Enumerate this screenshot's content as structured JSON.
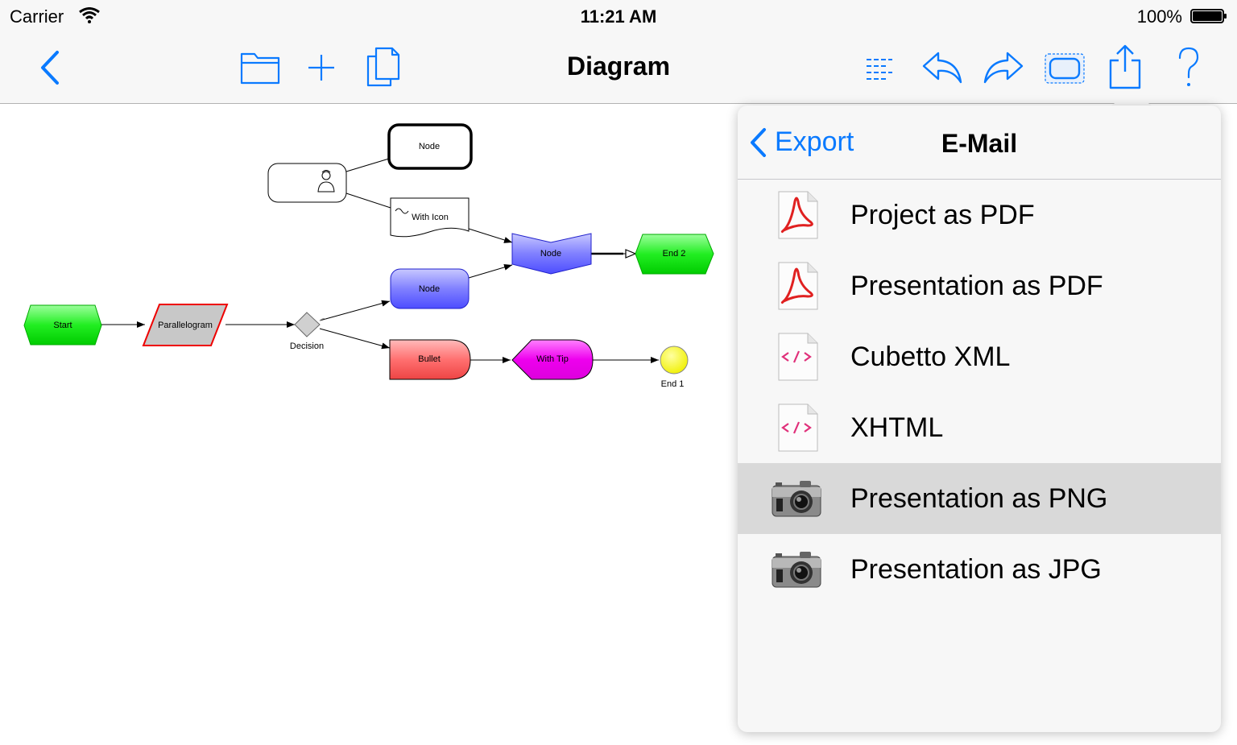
{
  "status_bar": {
    "carrier": "Carrier",
    "time": "11:21 AM",
    "battery": "100%"
  },
  "nav_bar": {
    "title": "Diagram",
    "accent_color": "#0a7aff",
    "left_buttons": [
      "chevron-left-icon"
    ],
    "center_buttons": [
      "folder-icon",
      "plus-icon",
      "copy-icon"
    ],
    "right_buttons": [
      "list-icon",
      "undo-icon",
      "redo-icon",
      "frame-icon",
      "share-icon",
      "help-icon"
    ]
  },
  "diagram": {
    "nodes": {
      "start": "Start",
      "parallelogram": "Parallelogram",
      "decision": "Decision",
      "node_top": "Node",
      "with_icon": "With Icon",
      "node_mid": "Node",
      "node_blue": "Node",
      "end2": "End 2",
      "bullet": "Bullet",
      "with_tip": "With Tip",
      "end1": "End 1"
    },
    "colors": {
      "green": "#00ee00",
      "blue": "#7e7eff",
      "red": "#ff6b6b",
      "magenta": "#ee00ee",
      "yellow": "#ffff00",
      "gray": "#c8c8c8"
    }
  },
  "popover": {
    "back_label": "Export",
    "title": "E-Mail",
    "items": [
      {
        "label": "Project as PDF",
        "icon": "pdf-icon",
        "selected": false
      },
      {
        "label": "Presentation as PDF",
        "icon": "pdf-icon",
        "selected": false
      },
      {
        "label": "Cubetto XML",
        "icon": "xml-file-icon",
        "selected": false
      },
      {
        "label": "XHTML",
        "icon": "xml-file-icon",
        "selected": false
      },
      {
        "label": "Presentation as PNG",
        "icon": "camera-icon",
        "selected": true
      },
      {
        "label": "Presentation as JPG",
        "icon": "camera-icon",
        "selected": false
      }
    ]
  }
}
